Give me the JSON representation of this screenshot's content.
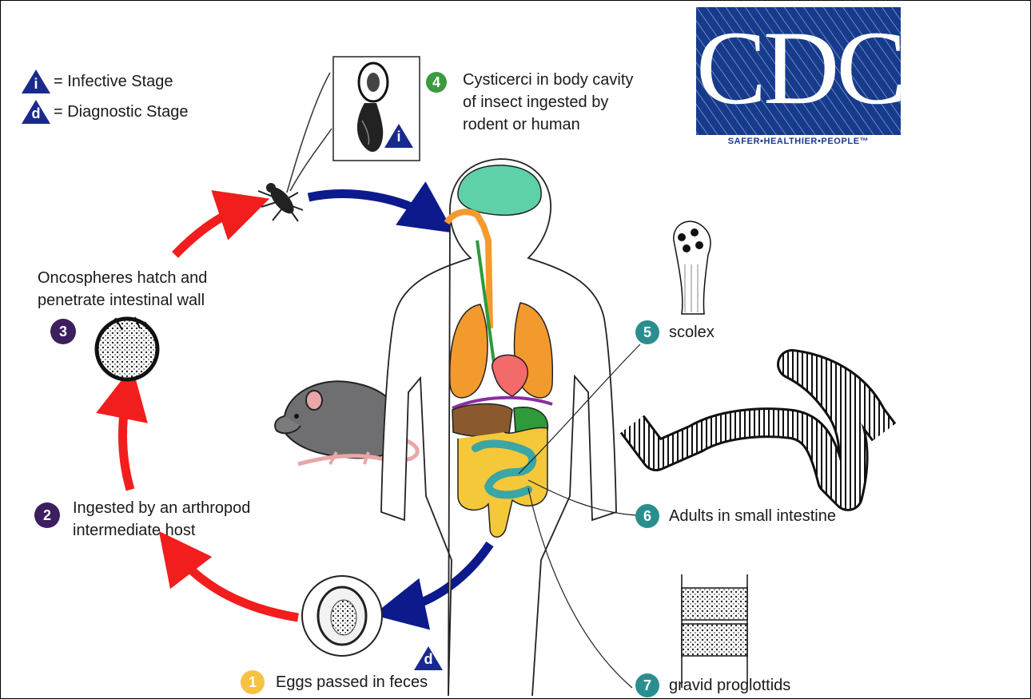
{
  "legend": {
    "infective": {
      "symbol": "i",
      "label": "= Infective Stage"
    },
    "diagnostic": {
      "symbol": "d",
      "label": "= Diagnostic Stage"
    }
  },
  "logo": {
    "text": "CDC",
    "tagline": "SAFER•HEALTHIER•PEOPLE™"
  },
  "stages": [
    {
      "number": "1",
      "label": "Eggs passed in feces",
      "color": "#f5c242"
    },
    {
      "number": "2",
      "label_lines": [
        "Ingested by an arthropod",
        "intermediate host"
      ],
      "color": "#3d1e5e"
    },
    {
      "number": "3",
      "label_lines": [
        "Oncospheres hatch and",
        "penetrate intestinal wall"
      ],
      "color": "#3d1e5e"
    },
    {
      "number": "4",
      "label_lines": [
        "Cysticerci in body cavity",
        "of insect ingested by",
        "rodent or human"
      ],
      "color": "#3c9a3f"
    },
    {
      "number": "5",
      "label": "scolex",
      "color": "#2b8e8e"
    },
    {
      "number": "6",
      "label": "Adults in small intestine",
      "color": "#2b8e8e"
    },
    {
      "number": "7",
      "label": "gravid proglottids",
      "color": "#2b8e8e"
    }
  ],
  "stage_markers": {
    "stage4": "i",
    "stage1": "d"
  },
  "colors": {
    "arrow_red": "#f21d1d",
    "arrow_blue": "#0d1a8c",
    "triangle_blue": "#1a2a8c",
    "brain": "#5fd1a8",
    "lungs": "#f39a2e",
    "heart": "#f36a6a",
    "liver": "#8a5a2e",
    "stomach": "#2e9a3a",
    "small_intestine": "#3aa6a6",
    "large_intestine": "#f5c83a",
    "diaphragm": "#8a2ea0",
    "logo_blue": "#163b8c"
  }
}
